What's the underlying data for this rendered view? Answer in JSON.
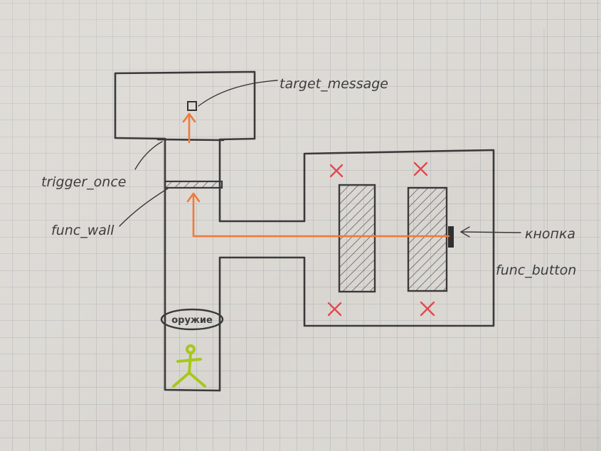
{
  "labels": {
    "target_message": "target_message",
    "trigger_once": "trigger_once",
    "func_wall": "func_wall",
    "button_ru": "кнопка",
    "func_button": "func_button",
    "weapon": "оружие"
  },
  "colors": {
    "paper": "#d9d6d1",
    "grid": "#9aa2ab",
    "ink": "#3a3a3a",
    "signal": "#f07a3a",
    "marker": "#e5484d",
    "player": "#a6c81a"
  },
  "icons": {
    "player": "stick-figure-icon",
    "marker": "x-mark-icon",
    "arrow": "arrow-up-icon"
  }
}
